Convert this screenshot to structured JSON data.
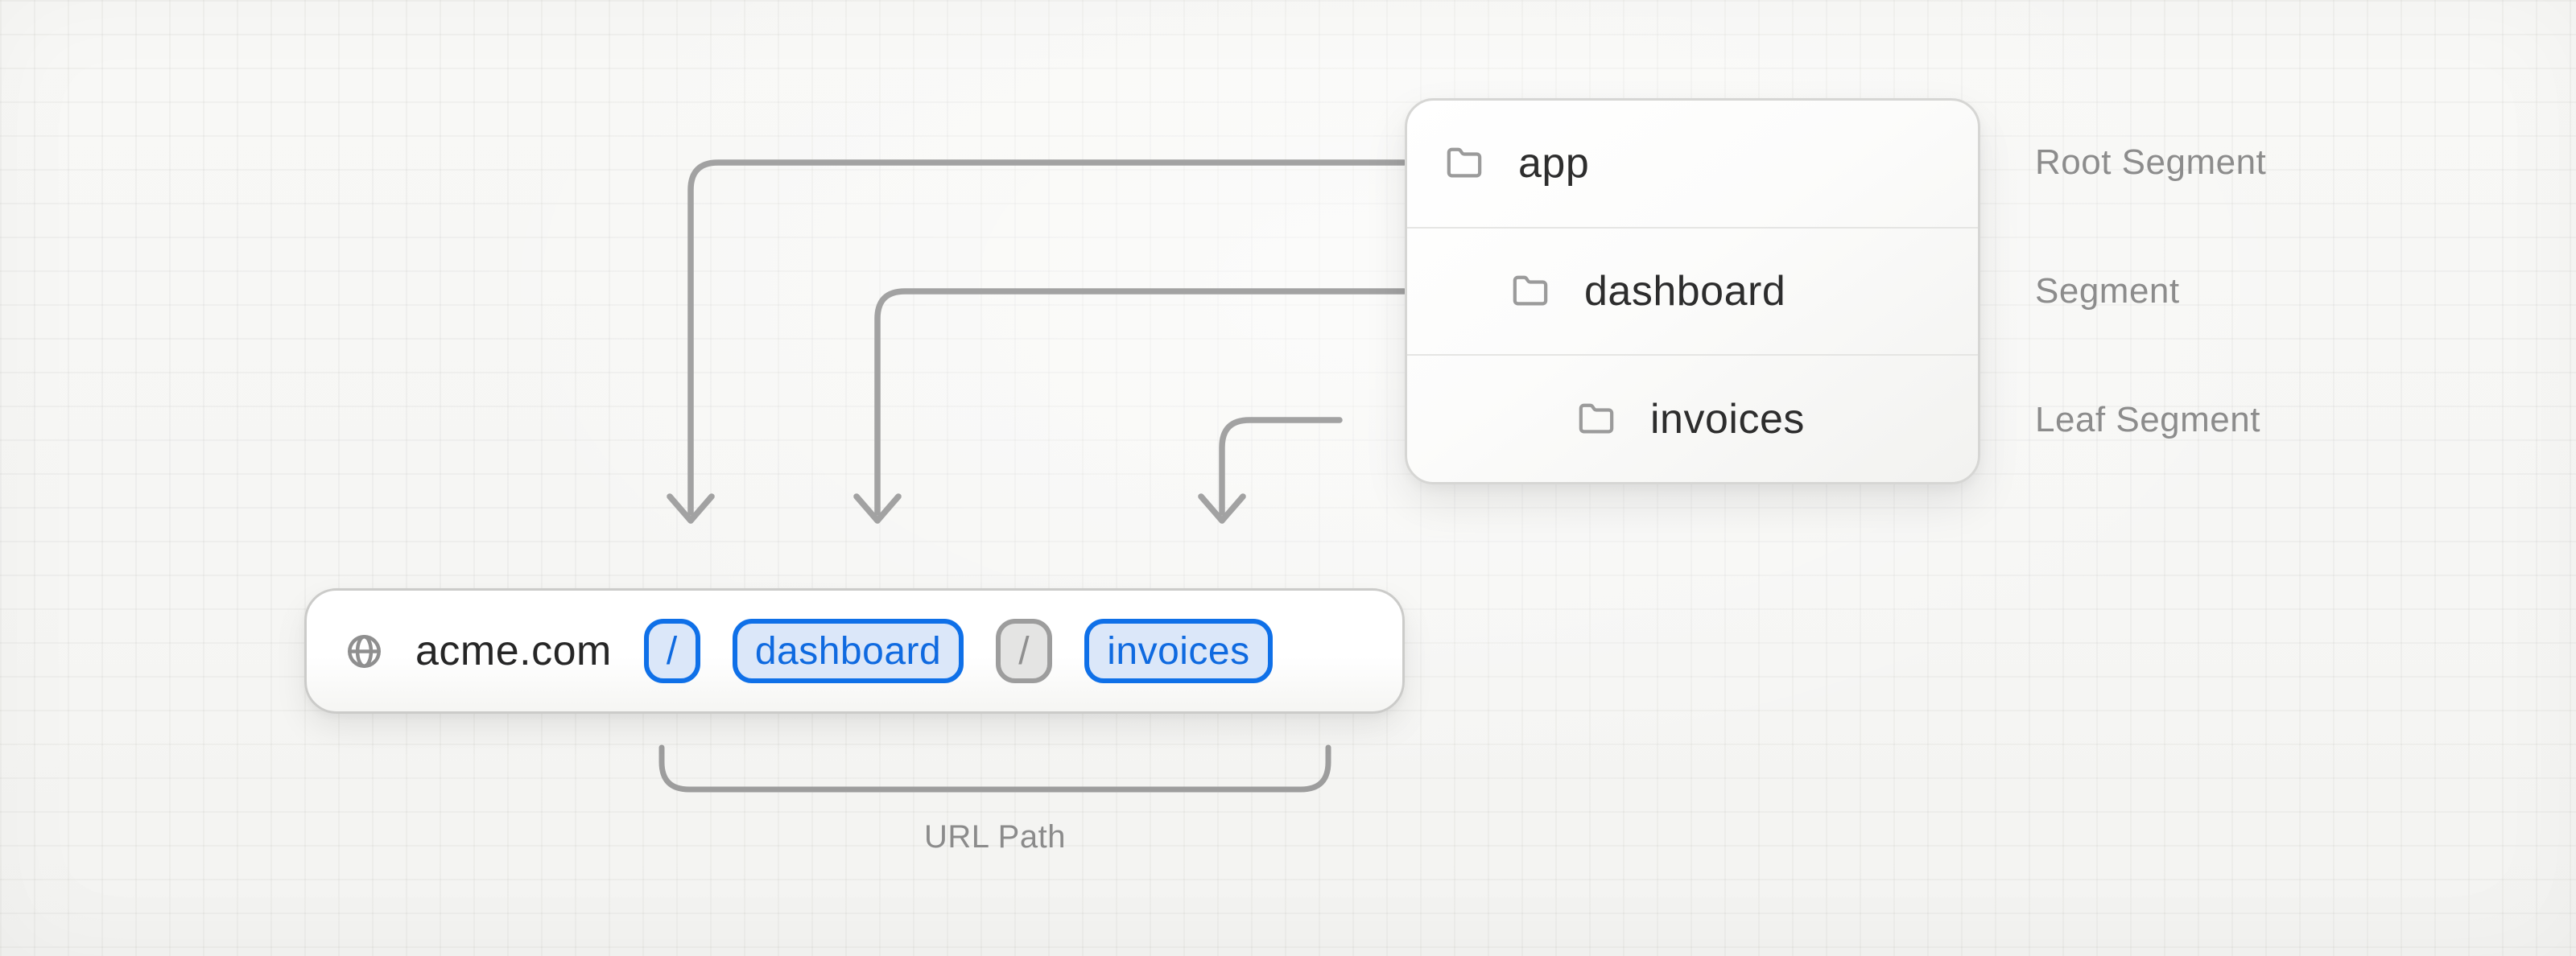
{
  "file_tree": {
    "rows": [
      {
        "label": "app",
        "annotation": "Root Segment"
      },
      {
        "label": "dashboard",
        "annotation": "Segment"
      },
      {
        "label": "invoices",
        "annotation": "Leaf Segment"
      }
    ]
  },
  "url_bar": {
    "domain": "acme.com",
    "segments": [
      {
        "text": "/",
        "style": "highlight"
      },
      {
        "text": "dashboard",
        "style": "highlight"
      },
      {
        "text": "/",
        "style": "muted"
      },
      {
        "text": "invoices",
        "style": "highlight"
      }
    ]
  },
  "caption": {
    "url_path_label": "URL Path"
  },
  "icons": {
    "url_bar_left": "globe-icon",
    "tree_rows": "folder-icon"
  },
  "colors": {
    "accent_blue_border": "#0f70e8",
    "accent_blue_fill": "#dbe7f9",
    "accent_blue_text": "#0f6ae0",
    "muted_badge_border": "#9d9d9d",
    "muted_badge_fill": "#e4e4e3",
    "muted_badge_text": "#8f8f8f",
    "connector_gray": "#a2a2a2",
    "annotation_text": "#8c8c8c",
    "tree_text": "#2d2d2d",
    "domain_text": "#262626"
  }
}
